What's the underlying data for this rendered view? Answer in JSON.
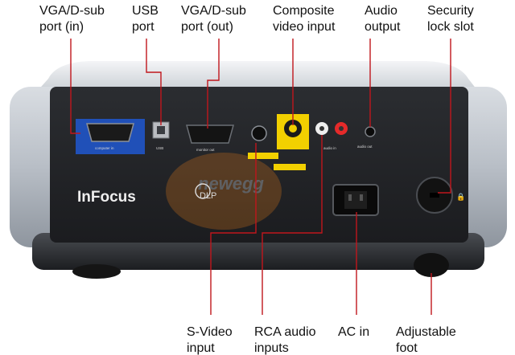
{
  "callouts": {
    "vga_in": [
      "VGA/D-sub",
      "port (in)"
    ],
    "usb": [
      "USB",
      "port"
    ],
    "vga_out": [
      "VGA/D-sub",
      "port (out)"
    ],
    "composite": [
      "Composite",
      "video input"
    ],
    "audio_out": [
      "Audio",
      "output"
    ],
    "security": [
      "Security",
      "lock slot"
    ],
    "svideo": [
      "S-Video",
      "input"
    ],
    "rca_audio": [
      "RCA audio",
      "inputs"
    ],
    "ac_in": [
      "AC in"
    ],
    "foot": [
      "Adjustable",
      "foot"
    ]
  },
  "device_labels": {
    "brand": "InFocus",
    "dlp": "DLP",
    "computer_in": "computer in",
    "usb": "USB",
    "monitor_out": "monitor out",
    "audio_in": "audio in",
    "audio_out": "audio out"
  },
  "watermark": "newegg",
  "colors": {
    "leader": "#c0161c",
    "highlight": "#f2d000",
    "vga_blue": "#2050b8"
  }
}
